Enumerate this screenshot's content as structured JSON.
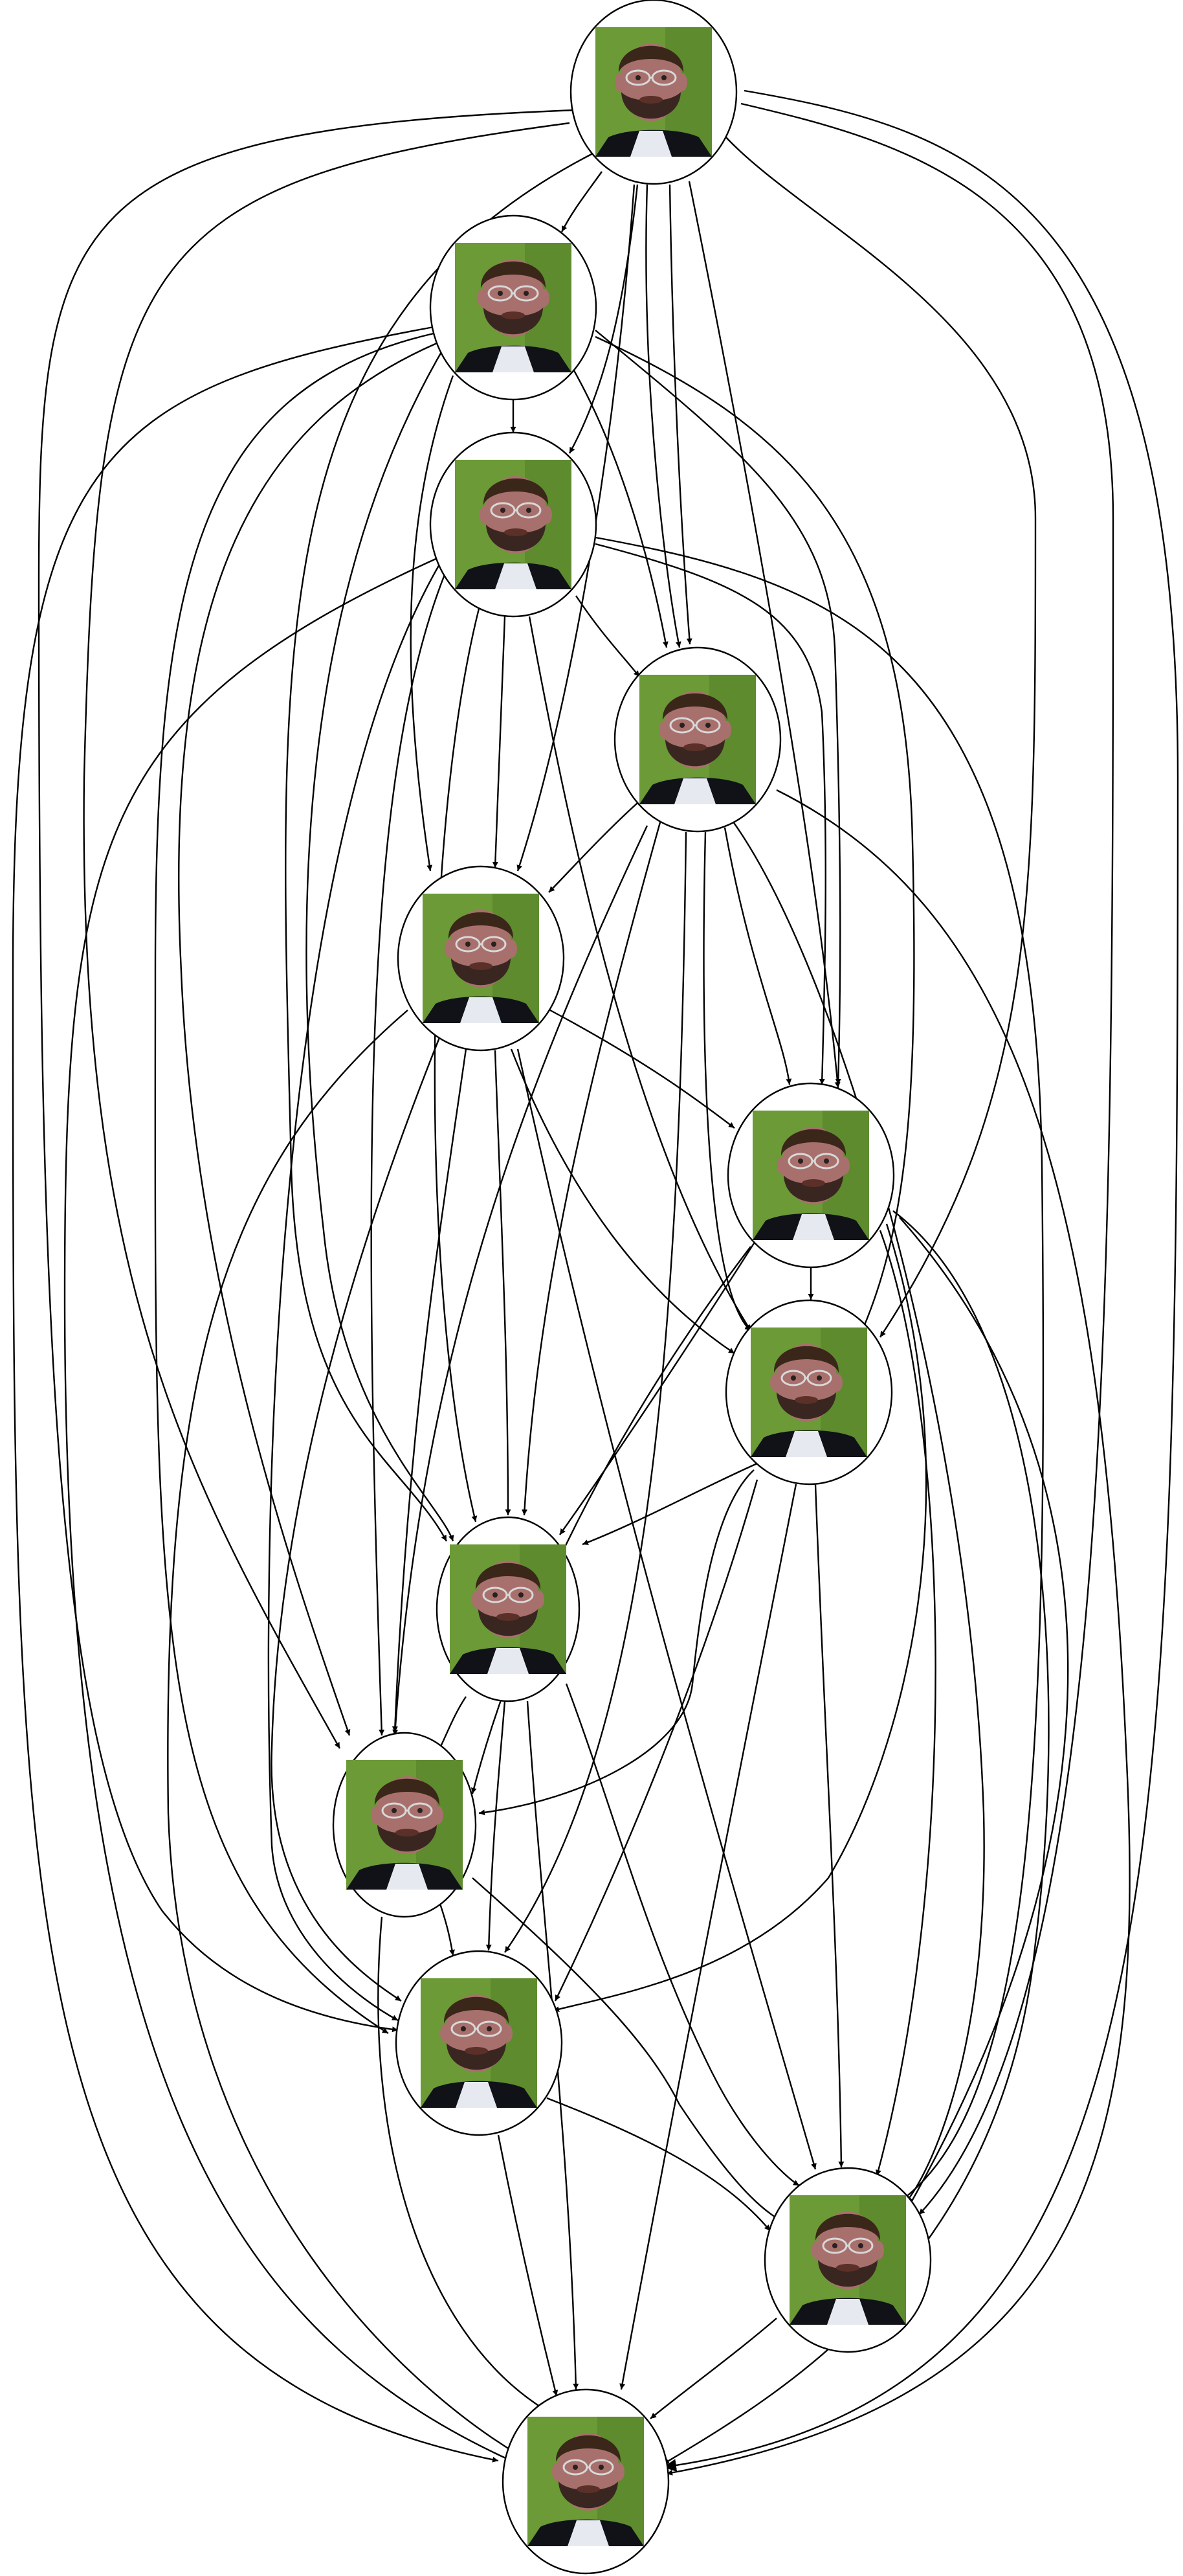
{
  "graph": {
    "type": "directed-graph",
    "node_kind": "portrait-photo",
    "node_count": 12,
    "colors": {
      "edge": "#000000",
      "node_border": "#000000",
      "background": "#ffffff",
      "photo_backdrop": "#6b9a36",
      "photo_backdrop_dark": "#4e7a26",
      "skin": "#a8706c",
      "beard": "#3a2620",
      "hair": "#3b261a",
      "shirt": "#e6e9f0",
      "jacket": "#101218"
    }
  }
}
